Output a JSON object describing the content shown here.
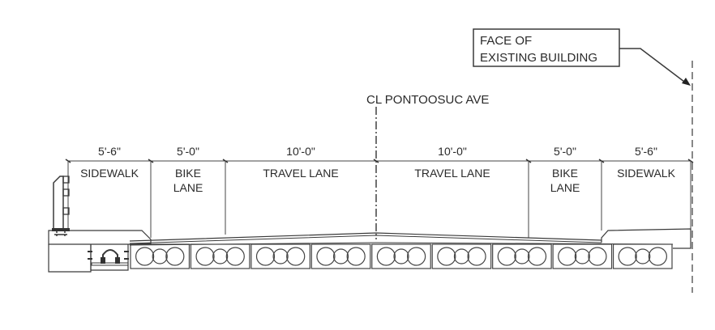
{
  "title": "Typical bridge cross section",
  "callout": {
    "line1": "FACE OF",
    "line2": "EXISTING BUILDING"
  },
  "centerline_label": "CL PONTOOSUC AVE",
  "segments": [
    {
      "dimension": "5'-6\"",
      "label_lines": [
        "SIDEWALK"
      ]
    },
    {
      "dimension": "5'-0\"",
      "label_lines": [
        "BIKE",
        "LANE"
      ]
    },
    {
      "dimension": "10'-0\"",
      "label_lines": [
        "TRAVEL LANE"
      ]
    },
    {
      "dimension": "10'-0\"",
      "label_lines": [
        "TRAVEL LANE"
      ]
    },
    {
      "dimension": "5'-0\"",
      "label_lines": [
        "BIKE",
        "LANE"
      ]
    },
    {
      "dimension": "5'-6\"",
      "label_lines": [
        "SIDEWALK"
      ]
    }
  ],
  "beam_count": 9,
  "voids_per_beam": 3
}
